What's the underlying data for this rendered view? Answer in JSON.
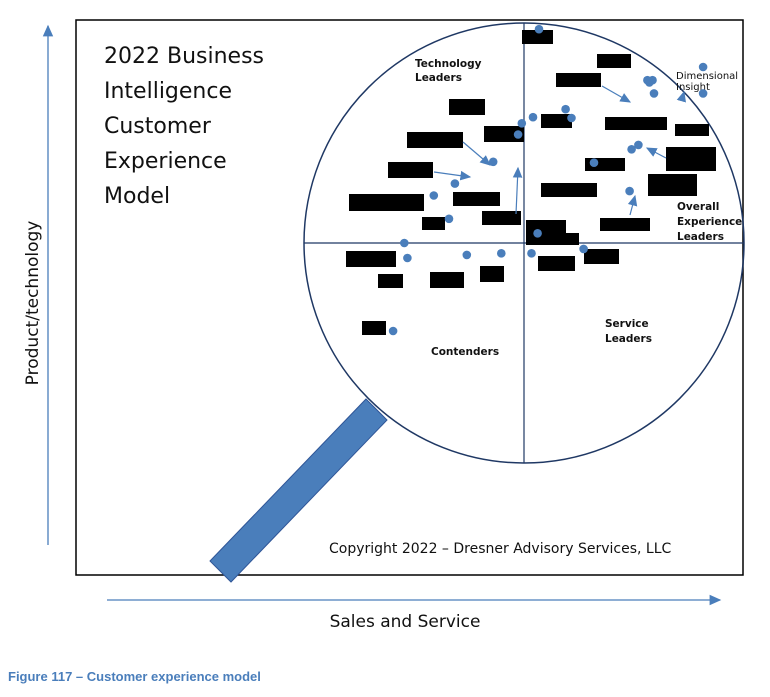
{
  "chart_data": {
    "type": "scatter",
    "title_lines": [
      "2022 Business",
      "Intelligence",
      "Customer",
      "Experience",
      "Model"
    ],
    "xlabel": "Sales and Service",
    "ylabel": "Product/technology",
    "caption": "Figure 117 – Customer experience model",
    "copyright": "Copyright 2022 – Dresner Advisory Services, LLC",
    "quadrants": {
      "top_left": [
        "Technology",
        "Leaders"
      ],
      "top_right": [
        "Overall",
        "Experience",
        "Leaders"
      ],
      "bottom_left": [
        "Contenders"
      ],
      "bottom_right": [
        "Service",
        "Leaders"
      ]
    },
    "highlight_vendor": [
      "Dimensional",
      "Insight"
    ],
    "colors": {
      "point": "#4a7ebb",
      "frame": "#1f3864",
      "handle": "#4a7ebb",
      "caption": "#4a7ebb",
      "redaction": "#000000"
    },
    "points": [
      {
        "x": 0.068,
        "y": 0.972
      },
      {
        "x": 0.561,
        "y": 0.74
      },
      {
        "x": 0.584,
        "y": 0.74
      },
      {
        "x": 0.57,
        "y": 0.73
      },
      {
        "x": 0.591,
        "y": 0.68
      },
      {
        "x": 0.814,
        "y": 0.8
      },
      {
        "x": 0.814,
        "y": 0.68
      },
      {
        "x": 0.189,
        "y": 0.608
      },
      {
        "x": 0.216,
        "y": 0.568
      },
      {
        "x": 0.041,
        "y": 0.572
      },
      {
        "x": -0.01,
        "y": 0.544
      },
      {
        "x": -0.027,
        "y": 0.493
      },
      {
        "x": -0.14,
        "y": 0.369
      },
      {
        "x": -0.41,
        "y": 0.216
      },
      {
        "x": -0.314,
        "y": 0.27
      },
      {
        "x": -0.341,
        "y": 0.11
      },
      {
        "x": -0.544,
        "y": 0.0
      },
      {
        "x": -0.53,
        "y": -0.068
      },
      {
        "x": -0.26,
        "y": -0.054
      },
      {
        "x": -0.103,
        "y": -0.047
      },
      {
        "x": 0.034,
        "y": -0.047
      },
      {
        "x": 0.271,
        "y": -0.027
      },
      {
        "x": 0.318,
        "y": 0.365
      },
      {
        "x": 0.489,
        "y": 0.426
      },
      {
        "x": 0.52,
        "y": 0.446
      },
      {
        "x": 0.062,
        "y": 0.044
      },
      {
        "x": 0.48,
        "y": 0.236
      },
      {
        "x": -0.595,
        "y": -0.4
      }
    ]
  }
}
